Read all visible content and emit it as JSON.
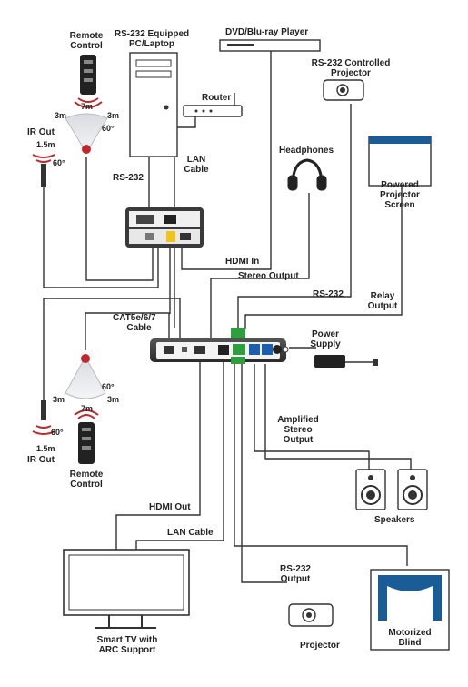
{
  "devices": {
    "pc": {
      "line1": "RS-232 Equipped",
      "line2": "PC/Laptop"
    },
    "dvd": "DVD/Blu-ray Player",
    "router": "Router",
    "projector_top": {
      "line1": "RS-232 Controlled",
      "line2": "Projector"
    },
    "headphones": "Headphones",
    "screen": {
      "line1": "Powered",
      "line2": "Projector",
      "line3": "Screen"
    },
    "power_supply": {
      "line1": "Power",
      "line2": "Supply"
    },
    "speakers": "Speakers",
    "projector_bottom": "Projector",
    "blind": {
      "line1": "Motorized",
      "line2": "Blind"
    },
    "tv": {
      "line1": "Smart TV with",
      "line2": "ARC Support"
    },
    "remote_top": {
      "line1": "Remote",
      "line2": "Control"
    },
    "remote_bottom": {
      "line1": "Remote",
      "line2": "Control"
    },
    "ir_out_top": "IR Out",
    "ir_out_bottom": "IR Out"
  },
  "connections": {
    "rs232_pc": "RS-232",
    "lan_cable_top": {
      "line1": "LAN",
      "line2": "Cable"
    },
    "hdmi_in": "HDMI In",
    "stereo_output": "Stereo Output",
    "rs232_mid": "RS-232",
    "relay_output": {
      "line1": "Relay",
      "line2": "Output"
    },
    "cat_cable": {
      "line1": "CAT5e/6/7",
      "line2": "Cable"
    },
    "amplified_stereo": {
      "line1": "Amplified",
      "line2": "Stereo",
      "line3": "Output"
    },
    "hdmi_out": "HDMI Out",
    "lan_cable_bottom": "LAN Cable",
    "rs232_output": {
      "line1": "RS-232",
      "line2": "Output"
    }
  },
  "ir_ranges": {
    "top": {
      "left": "3m",
      "center": "7m",
      "right": "3m",
      "angle": "60°",
      "out_range": "1.5m",
      "out_angle": "60°"
    },
    "bottom": {
      "left": "3m",
      "center": "7m",
      "right": "3m",
      "angle": "60°",
      "out_range": "1.5m",
      "out_angle": "60°"
    }
  },
  "colors": {
    "accent_red": "#c0272d",
    "port_green": "#2e9e3e",
    "port_blue": "#1d5fae",
    "cable": "#333333",
    "screen_blue": "#1a5c96"
  }
}
